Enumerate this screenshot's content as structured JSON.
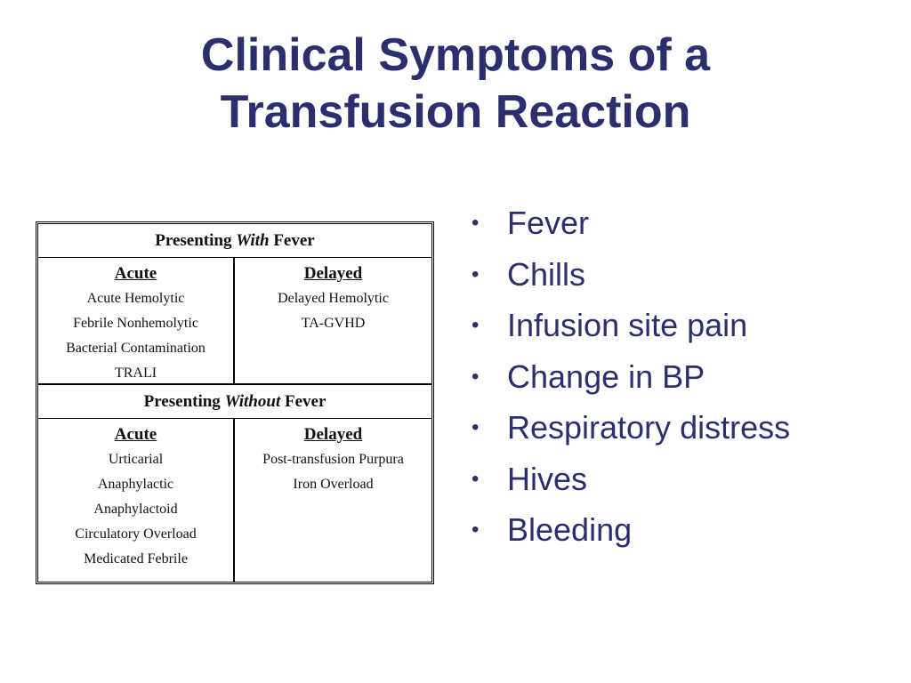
{
  "title": {
    "line1": "Clinical Symptoms of a",
    "line2": "Transfusion Reaction"
  },
  "table": {
    "with_fever": {
      "prefix": "Presenting",
      "emphasis": "With",
      "suffix": "Fever",
      "acute_header": "Acute",
      "acute_items": [
        "Acute Hemolytic",
        "Febrile Nonhemolytic",
        "Bacterial Contamination",
        "TRALI"
      ],
      "delayed_header": "Delayed",
      "delayed_items": [
        "Delayed Hemolytic",
        "TA-GVHD"
      ]
    },
    "without_fever": {
      "prefix": "Presenting",
      "emphasis": "Without",
      "suffix": "Fever",
      "acute_header": "Acute",
      "acute_items": [
        "Urticarial",
        "Anaphylactic",
        "Anaphylactoid",
        "Circulatory Overload",
        "Medicated Febrile"
      ],
      "delayed_header": "Delayed",
      "delayed_items": [
        "Post-transfusion Purpura",
        "Iron Overload"
      ]
    }
  },
  "bullet_glyph": "•",
  "bullets": [
    "Fever",
    "Chills",
    "Infusion site pain",
    "Change in BP",
    "Respiratory distress",
    "Hives",
    "Bleeding"
  ],
  "colors": {
    "title": "#2b2f6e",
    "bullets": "#2b2f6e",
    "table_text": "#111111"
  }
}
